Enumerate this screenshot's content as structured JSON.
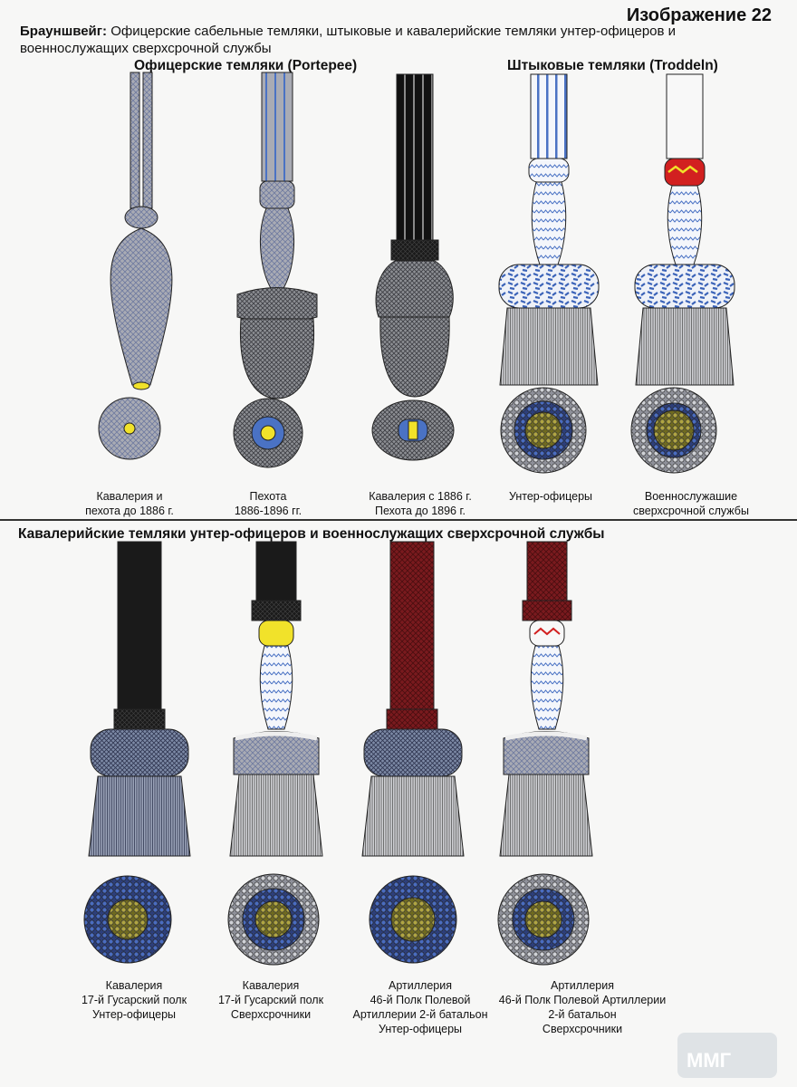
{
  "header": {
    "figure_title": "Изображение 22",
    "intro_bold": "Брауншвейг:",
    "intro_text": " Офицерские сабельные темляки, штыковые и кавалерийские темляки унтер-офицеров и военнослужащих сверхсрочной службы"
  },
  "sections": {
    "officer": "Офицерские темляки (Portepee)",
    "bayonet": "Штыковые темляки (Troddeln)",
    "cavalry": "Кавалерийские темляки унтер-офицеров и военнослужащих сверхсрочной службы"
  },
  "top_captions": [
    "Кавалерия и\nпехота до 1886 г.",
    "Пехота\n1886-1896 гг.",
    "Кавалерия с 1886 г.\nПехота до 1896 г.",
    "Унтер-офицеры",
    "Военнослужашие\nсверхсрочной службы"
  ],
  "bottom_captions": [
    "Кавалерия\n17-й Гусарский полк\nУнтер-офицеры",
    "Кавалерия\n17-й Гусарский полк\nСверхсрочники",
    "Артиллерия\n46-й Полк Полевой\nАртиллерии 2-й батальон\nУнтер-офицеры",
    "Артиллерия\n46-й Полк Полевой Артиллерии\n2-й батальон\nСверхсрочники"
  ],
  "watermark": "ММГ",
  "colors": {
    "grey": "#a9abb4",
    "blue": "#4a72c4",
    "yellow": "#f1e22a",
    "olive": "#a8a040",
    "black": "#1a1a1a",
    "maroon": "#7a1a1e",
    "red": "#d22020"
  }
}
